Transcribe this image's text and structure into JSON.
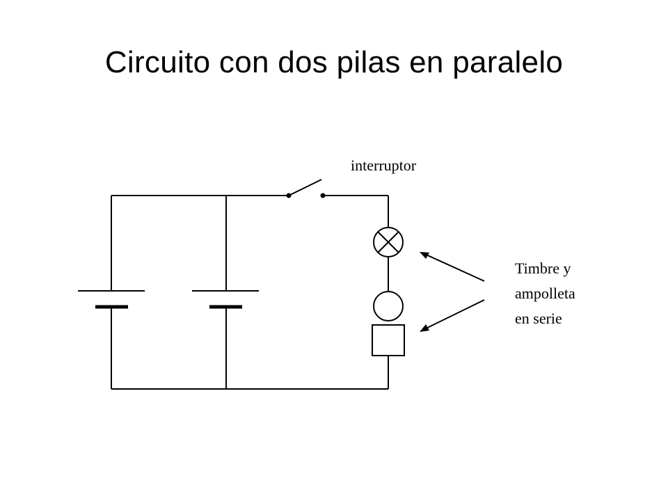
{
  "title": "Circuito con dos pilas en paralelo",
  "diagram": {
    "switch_label": "interruptor",
    "series_label": [
      "Timbre y",
      "ampolleta",
      "en serie"
    ],
    "components": {
      "battery_1": "battery-icon",
      "battery_2": "battery-icon",
      "switch": "switch-icon",
      "lamp": "lamp-icon",
      "bell": "bell-icon"
    }
  }
}
